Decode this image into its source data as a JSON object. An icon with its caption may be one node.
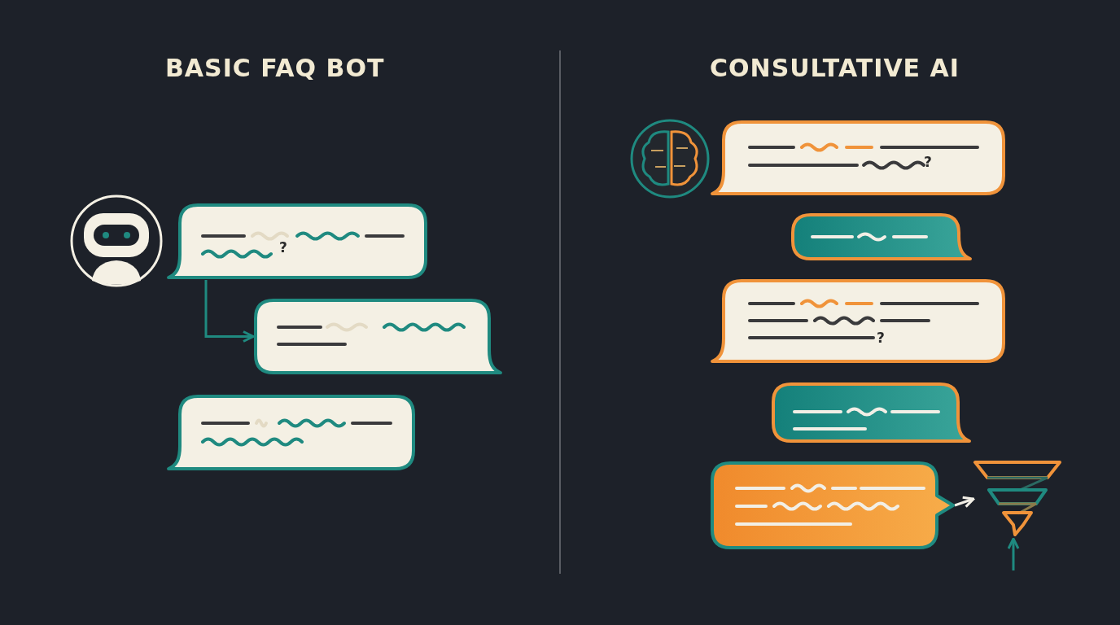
{
  "diagram": {
    "nodes": [
      {
        "text": [
          "?"
        ]
      },
      {
        "text": [],
        "shape": "box"
      },
      {
        "text": [],
        "shape": "box"
      },
      {
        "text": [
          "?"
        ]
      },
      {
        "text": [],
        "shape": "box"
      },
      {
        "text": [
          "?"
        ]
      },
      {
        "text": [],
        "shape": "box"
      },
      {
        "text": [],
        "shape": "box"
      },
      {
        "text": [],
        "shape": "funnel"
      }
    ],
    "edges": [
      {
        "from": 0,
        "to": 1,
        "arrow": "to"
      },
      {
        "from": 7,
        "to": 8,
        "arrow": "to",
        "color": "#f2efe6"
      },
      {
        "from": null,
        "to": 8,
        "arrow": "to"
      }
    ],
    "labels": [
      "BASIC FAQ BOT",
      "CONSULTATIVE AI"
    ]
  }
}
